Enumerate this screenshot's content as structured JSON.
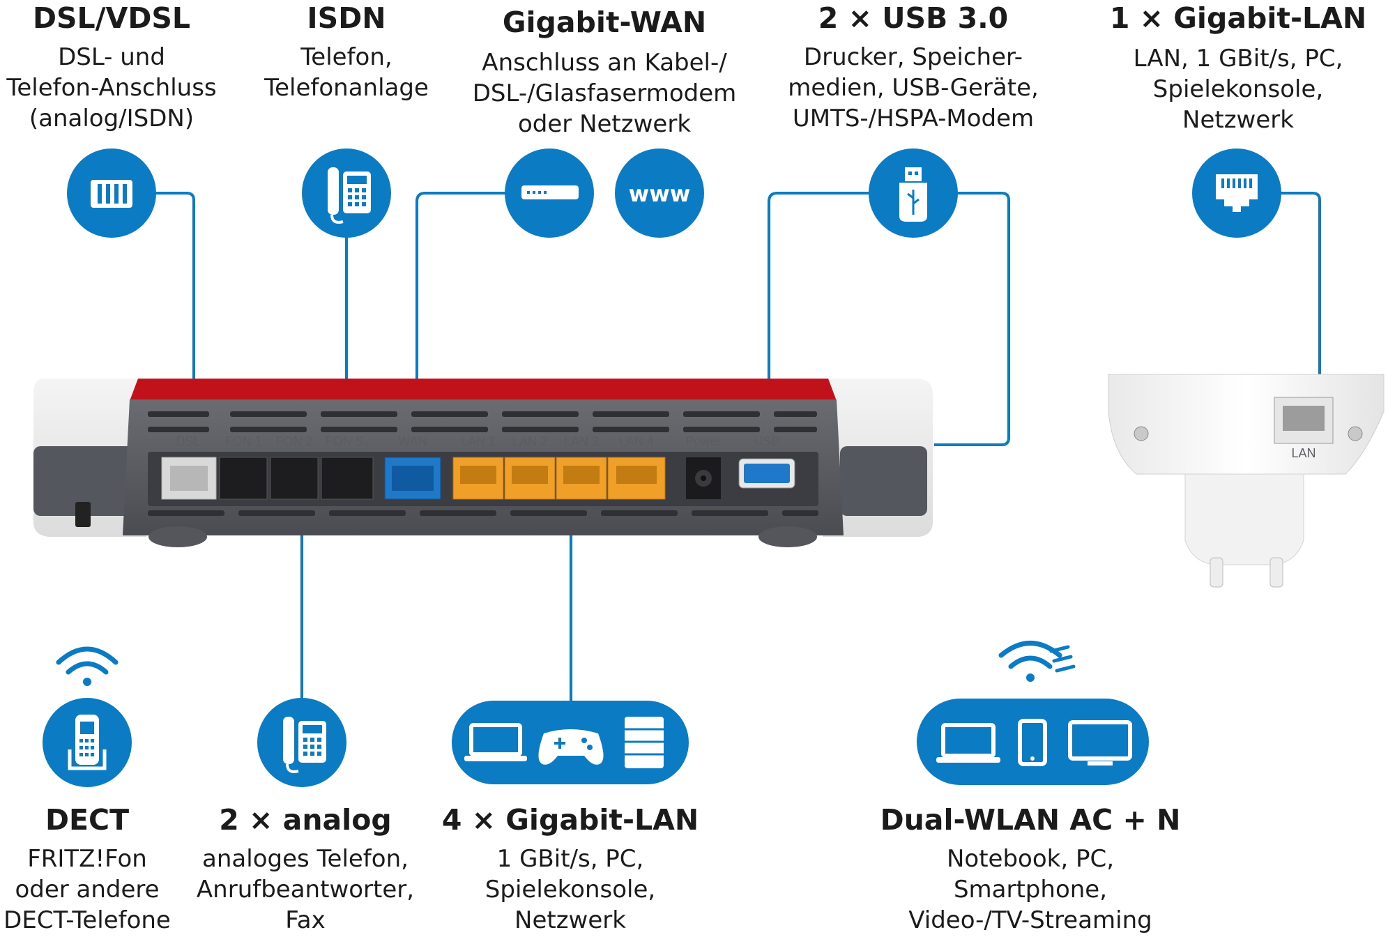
{
  "colors": {
    "accent_blue": "#0b7cc4",
    "router_body": "#55575e",
    "router_red": "#c1121b",
    "lan_port": "#f0a028",
    "wan_port": "#1f78c8"
  },
  "top_groups": [
    {
      "id": "dsl",
      "title": "DSL/VDSL",
      "lines": [
        "DSL- und",
        "Telefon-Anschluss",
        "(analog/ISDN)"
      ],
      "icon": "dsl-socket-icon"
    },
    {
      "id": "isdn",
      "title": "ISDN",
      "lines": [
        "Telefon,",
        "Telefonanlage"
      ],
      "icon": "desk-phone-icon"
    },
    {
      "id": "wan",
      "title": "Gigabit-WAN",
      "lines": [
        "Anschluss an Kabel-/",
        "DSL-/Glasfasermodem",
        "oder Netzwerk"
      ],
      "icon": "modem-icon",
      "icon2": "www-icon",
      "icon2_text": "www"
    },
    {
      "id": "usb",
      "title": "2 × USB 3.0",
      "lines": [
        "Drucker, Speicher-",
        "medien, USB-Geräte,",
        "UMTS-/HSPA-Modem"
      ],
      "icon": "usb-stick-icon"
    },
    {
      "id": "lan-top",
      "title": "1 × Gigabit-LAN",
      "lines": [
        "LAN, 1 GBit/s, PC,",
        "Spielekonsole,",
        "Netzwerk"
      ],
      "icon": "ethernet-port-icon"
    }
  ],
  "bottom_groups": [
    {
      "id": "dect",
      "title": "DECT",
      "lines": [
        "FRITZ!Fon",
        "oder andere",
        "DECT-Telefone"
      ],
      "icon": "cordless-phone-icon"
    },
    {
      "id": "analog",
      "title": "2 × analog",
      "lines": [
        "analoges Telefon,",
        "Anrufbeantworter,",
        "Fax"
      ],
      "icon": "desk-phone-icon"
    },
    {
      "id": "gigabit-lan",
      "title": "4 × Gigabit-LAN",
      "lines": [
        "1 GBit/s, PC,",
        "Spielekonsole,",
        "Netzwerk"
      ],
      "icon": "devices-icon"
    },
    {
      "id": "wlan",
      "title": "Dual-WLAN AC + N",
      "lines": [
        "Notebook, PC,",
        "Smartphone,",
        "Video-/TV-Streaming"
      ],
      "icon": "wireless-devices-icon"
    }
  ],
  "router_port_labels": [
    "DSL",
    "FON 1",
    "FON 2",
    "FON S₀",
    "WAN",
    "LAN 1",
    "LAN 2",
    "LAN 3",
    "LAN 4",
    "Power",
    "USB"
  ],
  "repeater_port_label": "LAN"
}
